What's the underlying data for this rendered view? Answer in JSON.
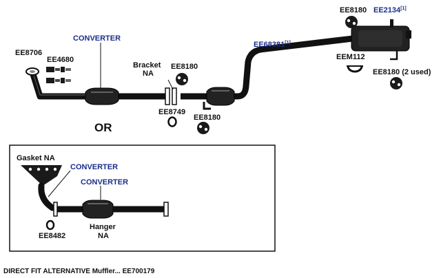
{
  "labels": {
    "ee8706": "EE8706",
    "ee4680": "EE4680",
    "converter_top": "CONVERTER",
    "bracket_line1": "Bracket",
    "bracket_line2": "NA",
    "ee8180_mid": "EE8180",
    "ee8749": "EE8749",
    "ee8180_low": "EE8180",
    "or": "OR",
    "ee68381": "EE68381",
    "ee68381_ref": "[1]",
    "ee8180_top": "EE8180",
    "ee2134": "EE2134",
    "ee2134_ref": "[1]",
    "eem112": "EEM112",
    "ee8180_used": "EE8180 (2 used)",
    "gasket": "Gasket NA",
    "converter_inset1": "CONVERTER",
    "converter_inset2": "CONVERTER",
    "ee8482": "EE8482",
    "hanger_line1": "Hanger",
    "hanger_line2": "NA"
  },
  "caption": "DIRECT FIT ALTERNATIVE Muffler... EE700179",
  "colors": {
    "part_link": "#1b2d8a",
    "line": "#111111"
  }
}
